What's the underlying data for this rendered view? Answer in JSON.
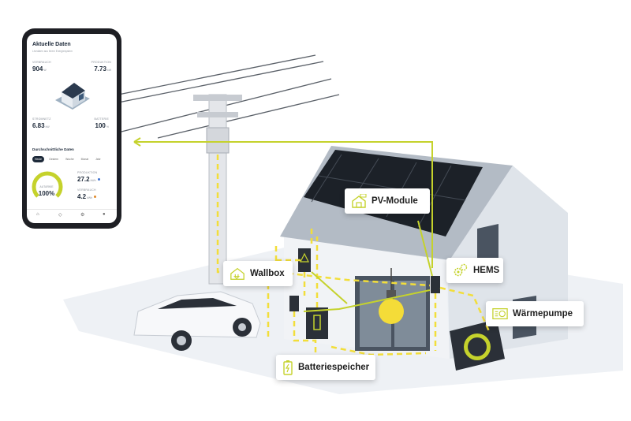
{
  "phone": {
    "title": "Aktuelle Daten",
    "subtitle": "Livedaten aus Ihrem Energiesystem",
    "verbrauch": {
      "label": "VERBRAUCH",
      "value": "904",
      "unit": "W"
    },
    "produktion": {
      "label": "PRODUKTION",
      "value": "7.73",
      "unit": "kW"
    },
    "stromnetz": {
      "label": "STROMNETZ",
      "value": "6.83",
      "unit": "kW"
    },
    "batterie": {
      "label": "BATTERIE",
      "value": "100",
      "unit": "%"
    },
    "avg_title": "Durchschnittliche Daten",
    "tabs": [
      {
        "label": "Heute",
        "active": true
      },
      {
        "label": "Gestern",
        "active": false
      },
      {
        "label": "Woche",
        "active": false
      },
      {
        "label": "Monat",
        "active": false
      },
      {
        "label": "Jahr",
        "active": false
      }
    ],
    "autarkie": {
      "label": "AUTARKIE",
      "value": "100%",
      "fraction": 1.0
    },
    "avg_produktion": {
      "label": "PRODUKTION",
      "value": "27.2",
      "unit": "kWh"
    },
    "avg_verbrauch": {
      "label": "VERBRAUCH",
      "value": "4.2",
      "unit": "kWh"
    }
  },
  "labels": {
    "pv": "PV-Module",
    "wallbox": "Wallbox",
    "hems": "HEMS",
    "waermepumpe": "Wärmepumpe",
    "batteriespeicher": "Batteriespeicher"
  },
  "colors": {
    "accent": "#c5d22c",
    "dashed_line": "#f2de3a",
    "house_wall": "#e9edf2",
    "roof": "#aab3be",
    "solar_panel": "#1c2128",
    "dark_unit": "#2b3038",
    "ground": "#eef1f5"
  },
  "icons": {
    "pv": "solar-house-icon",
    "wallbox": "house-plug-icon",
    "hems": "gears-icon",
    "waermepumpe": "heat-pump-icon",
    "batteriespeicher": "battery-icon"
  }
}
